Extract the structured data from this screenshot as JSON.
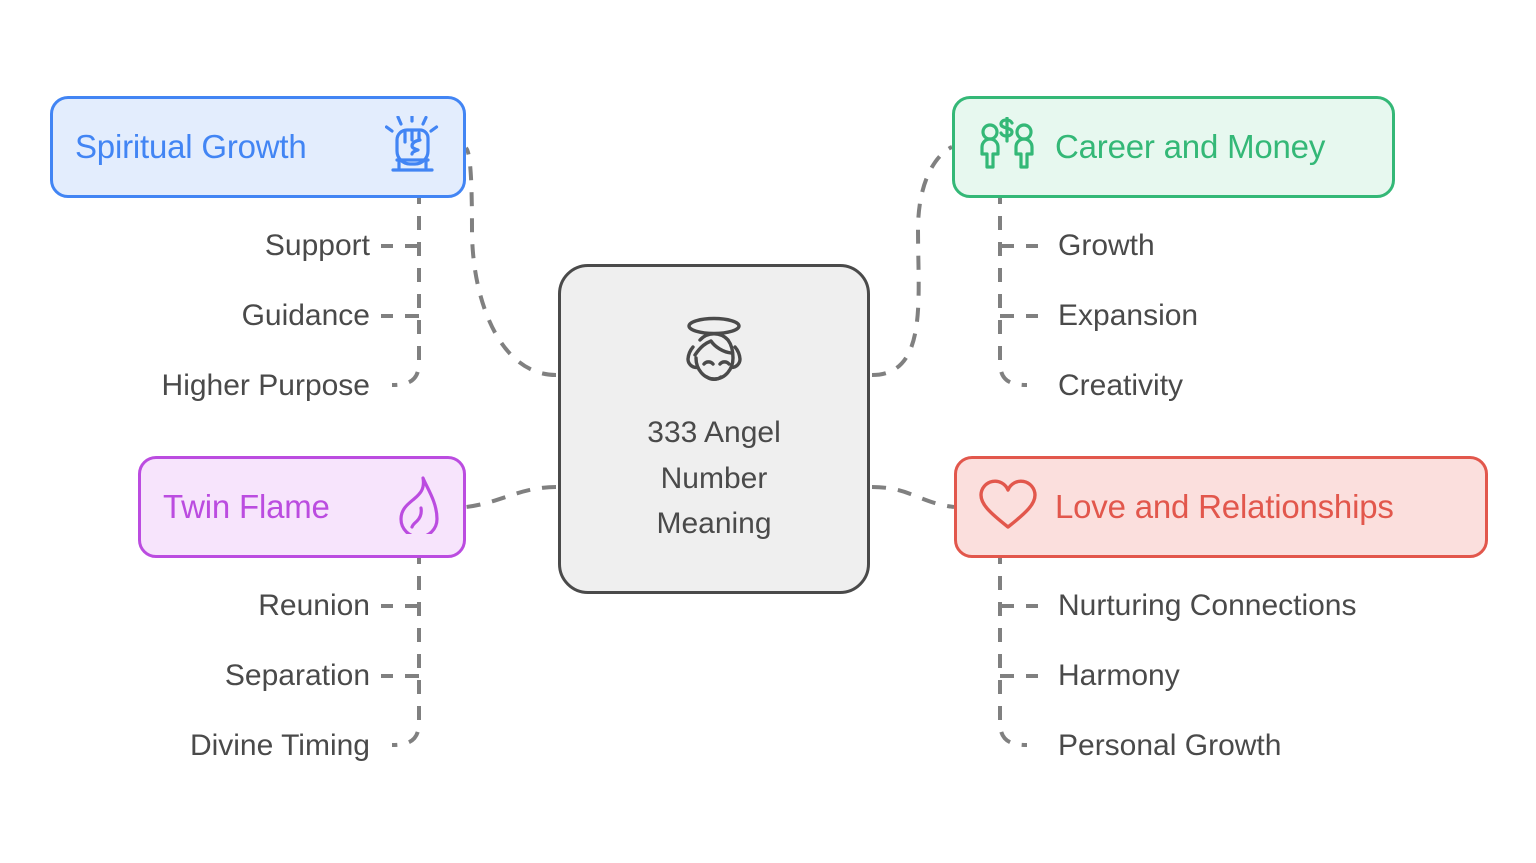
{
  "diagram": {
    "type": "mindmap",
    "title": "333 Angel Number Meaning",
    "background": "#ffffff",
    "sub_text_color": "#4a4a4a",
    "connector_color": "#808080"
  },
  "center": {
    "name": "333 Angel Number Meaning",
    "title": "333 Angel\nNumber\nMeaning",
    "icon": "angel-face-icon",
    "fill": "#efefef",
    "border": "#4a4a4a",
    "text_color": "#4a4a4a"
  },
  "branches": [
    {
      "id": "spiritual-growth",
      "label": "Spiritual Growth",
      "icon": "raised-fist-icon",
      "icon_side": "right",
      "fill": "#e3edfd",
      "border": "#4285f4",
      "text_color": "#4285f4",
      "children": [
        {
          "label": "Support"
        },
        {
          "label": "Guidance"
        },
        {
          "label": "Higher Purpose"
        }
      ]
    },
    {
      "id": "career-and-money",
      "label": "Career and Money",
      "icon": "people-money-icon",
      "icon_side": "left",
      "fill": "#e7f8ef",
      "border": "#34b877",
      "text_color": "#34b877",
      "children": [
        {
          "label": "Growth"
        },
        {
          "label": "Expansion"
        },
        {
          "label": "Creativity"
        }
      ]
    },
    {
      "id": "twin-flame",
      "label": "Twin Flame",
      "icon": "flame-icon",
      "icon_side": "right",
      "fill": "#f7e4fc",
      "border": "#bb4ce0",
      "text_color": "#bb4ce0",
      "children": [
        {
          "label": "Reunion"
        },
        {
          "label": "Separation"
        },
        {
          "label": "Divine Timing"
        }
      ]
    },
    {
      "id": "love-and-relationships",
      "label": "Love and Relationships",
      "icon": "heart-icon",
      "icon_side": "left",
      "fill": "#fbdfdd",
      "border": "#e2574c",
      "text_color": "#e2574c",
      "children": [
        {
          "label": "Nurturing Connections"
        },
        {
          "label": "Harmony"
        },
        {
          "label": "Personal Growth"
        }
      ]
    }
  ]
}
